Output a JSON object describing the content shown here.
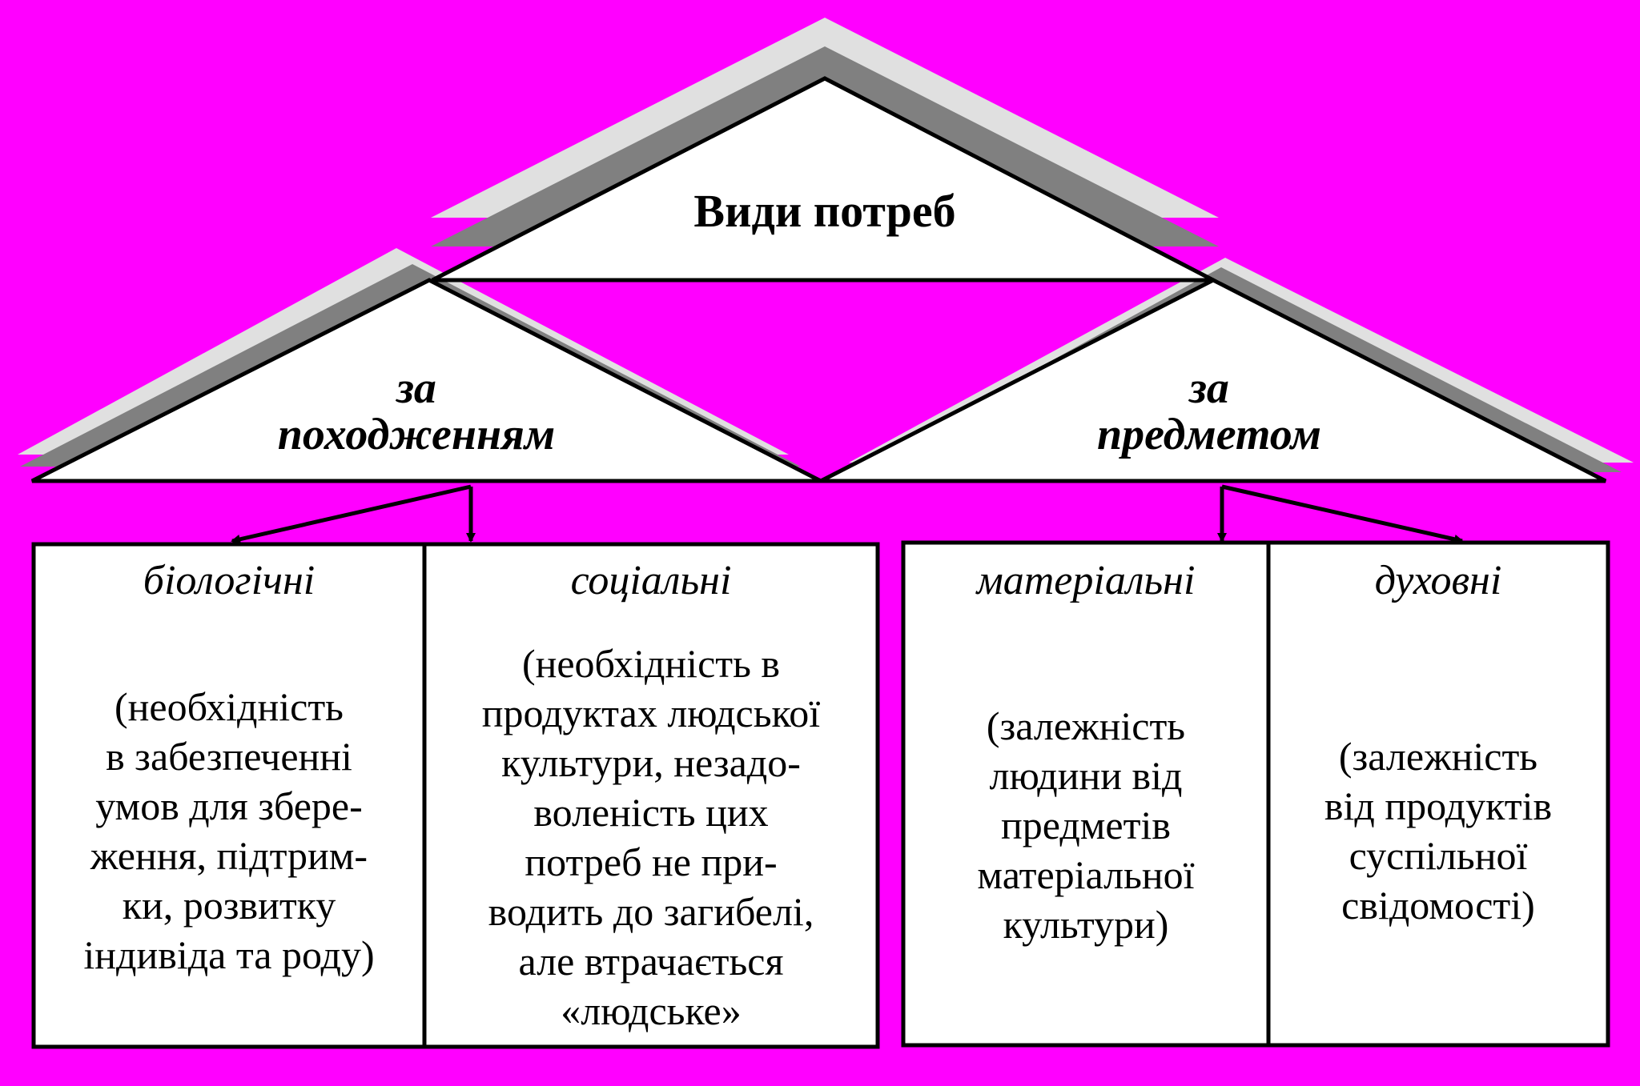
{
  "colors": {
    "background": "#ff00ff",
    "shadow_dark": "#808080",
    "shadow_light": "#e0e0e0",
    "fill": "#ffffff",
    "stroke": "#000000"
  },
  "top": {
    "title": "Види потреб"
  },
  "left_group": {
    "title_line1": "за",
    "title_line2": "походженням",
    "boxes": [
      {
        "title": "біологічні",
        "lines": [
          "(необхідність",
          "в забезпеченні",
          "умов для збере-",
          "ження, підтрим-",
          "ки, розвитку",
          "індивіда та роду)"
        ]
      },
      {
        "title": "соціальні",
        "lines": [
          "(необхідність в",
          "продуктах людської",
          "культури, незадо-",
          "воленість цих",
          "потреб не при-",
          "водить до загибелі,",
          "але втрачається",
          "«людське»"
        ]
      }
    ]
  },
  "right_group": {
    "title_line1": "за",
    "title_line2": "предметом",
    "boxes": [
      {
        "title": "матеріальні",
        "lines": [
          "(залежність",
          "людини від",
          "предметів",
          "матеріальної",
          "культури)"
        ]
      },
      {
        "title": "духовні",
        "lines": [
          "(залежність",
          "від продуктів",
          "суспільної",
          "свідомості)"
        ]
      }
    ]
  }
}
